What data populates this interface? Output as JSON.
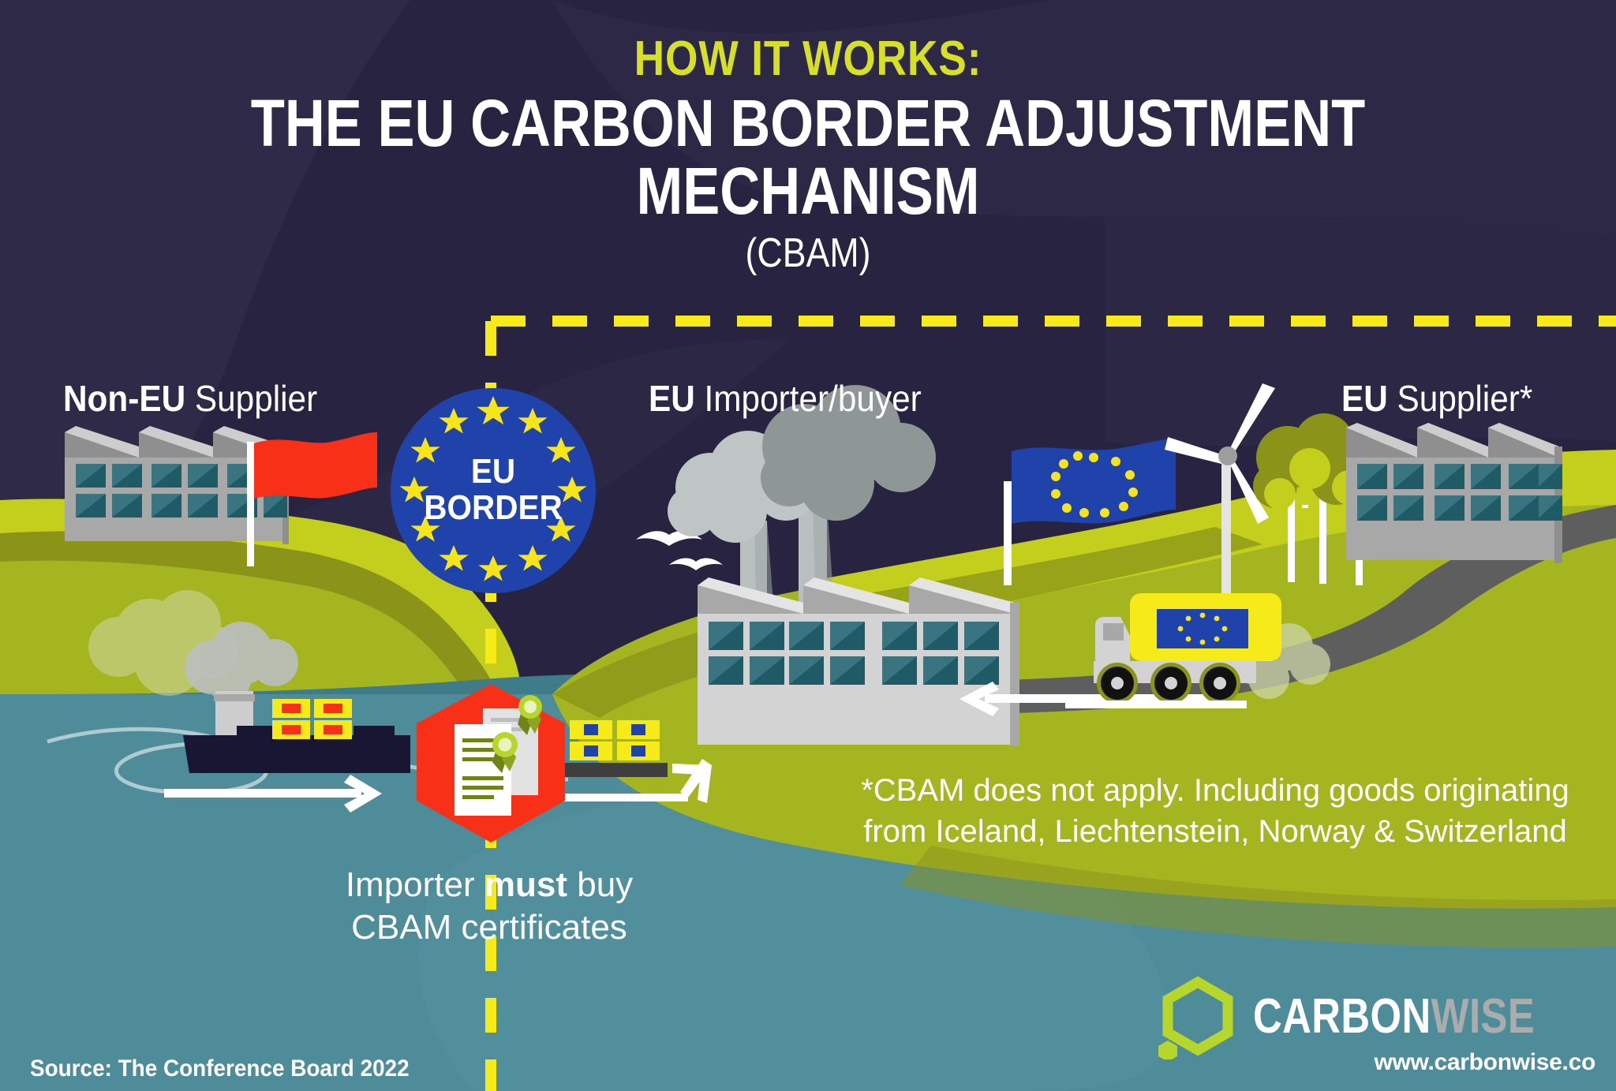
{
  "header": {
    "kicker": "HOW IT WORKS:",
    "title": "THE EU CARBON BORDER ADJUSTMENT MECHANISM",
    "subtitle": "(CBAM)"
  },
  "labels": {
    "non_eu_supplier_strong": "Non-EU",
    "non_eu_supplier_rest": " Supplier",
    "eu_importer_strong": "EU",
    "eu_importer_rest": " Importer/buyer",
    "eu_supplier_strong": "EU",
    "eu_supplier_rest": " Supplier*"
  },
  "border_badge": {
    "line1": "EU",
    "line2": "BORDER"
  },
  "captions": {
    "importer_pre": "Importer ",
    "importer_strong": "must",
    "importer_post": " buy",
    "importer_line2": "CBAM certificates",
    "footnote_line1": "*CBAM does not apply. Including goods originating",
    "footnote_line2": "from Iceland, Liechtenstein, Norway & Switzerland"
  },
  "footer": {
    "source": "Source: The Conference Board 2022",
    "brand_primary": "CARBON",
    "brand_secondary": "WISE",
    "url": "www.carbonwise.co"
  },
  "icons": {
    "eu_border_badge": "eu-border-circle-icon",
    "red_flag": "red-flag-icon",
    "eu_flag": "eu-flag-icon",
    "cargo_ship": "cargo-ship-icon",
    "certificate_seal": "cbam-certificate-hexagon-icon",
    "factory_non_eu": "factory-icon",
    "factory_eu_importer": "smokestack-factory-icon",
    "factory_eu_supplier": "factory-icon",
    "wind_turbine": "wind-turbine-icon",
    "delivery_truck": "eu-delivery-truck-icon",
    "seagull": "seagull-icon",
    "arrow_right": "arrow-right-icon",
    "arrow_left": "arrow-left-icon",
    "arrow_up_right": "arrow-up-right-icon",
    "hexagon_logo": "carbonwise-hexagon-logo-icon",
    "border_dashes": "dashed-border-line"
  },
  "colors": {
    "sky": "#272340",
    "sky_shade": "#322d4d",
    "land_light": "#c3cf1c",
    "land_mid": "#a5b520",
    "land_dark": "#8b9419",
    "water": "#4e8c99",
    "water_dark": "#3f7c8a",
    "accent_yellow": "#f6ea18",
    "kicker_green": "#d7e023",
    "eu_blue": "#2042ab",
    "eu_star_yellow": "#f7e518",
    "red_alert": "#f73017",
    "brand_green": "#b6d62b",
    "concrete": "#d3d3d3",
    "metal": "#a8a8a8",
    "window_teal": "#1f5b66",
    "road_gray": "#5e5e5e"
  }
}
